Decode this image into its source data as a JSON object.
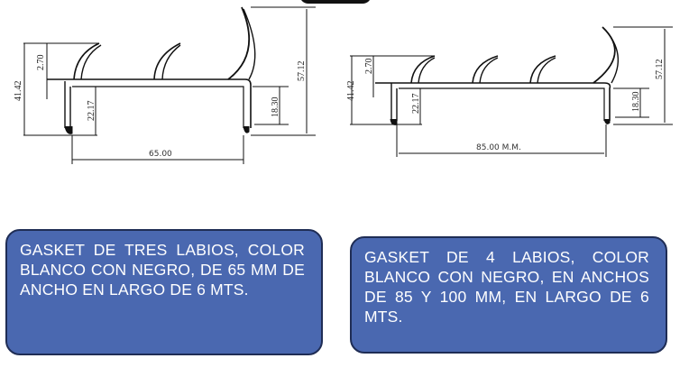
{
  "diagrams": [
    {
      "name": "gasket-3-labios",
      "dimensions": {
        "height_total": "41.42",
        "lip_thickness": "2.70",
        "leg_height": "22.17",
        "right_leg": "18.30",
        "overall_height": "57.12",
        "width": "65.00"
      }
    },
    {
      "name": "gasket-4-labios",
      "dimensions": {
        "height_total": "41.42",
        "lip_thickness": "2.70",
        "leg_height": "22.17",
        "right_leg": "18.30",
        "overall_height": "57.12",
        "width": "85.00 M.M."
      }
    }
  ],
  "descriptions": [
    {
      "text": "GASKET DE TRES LABIOS, COLOR BLANCO CON NEGRO, DE 65 MM DE ANCHO EN LARGO DE 6 MTS."
    },
    {
      "text": "GASKET DE 4 LABIOS, COLOR BLANCO CON NEGRO, EN ANCHOS DE 85 Y 100 MM, EN LARGO DE 6 MTS."
    }
  ],
  "colors": {
    "box_fill": "#4a68b0",
    "box_border": "#1f2d55",
    "text": "#ffffff"
  }
}
